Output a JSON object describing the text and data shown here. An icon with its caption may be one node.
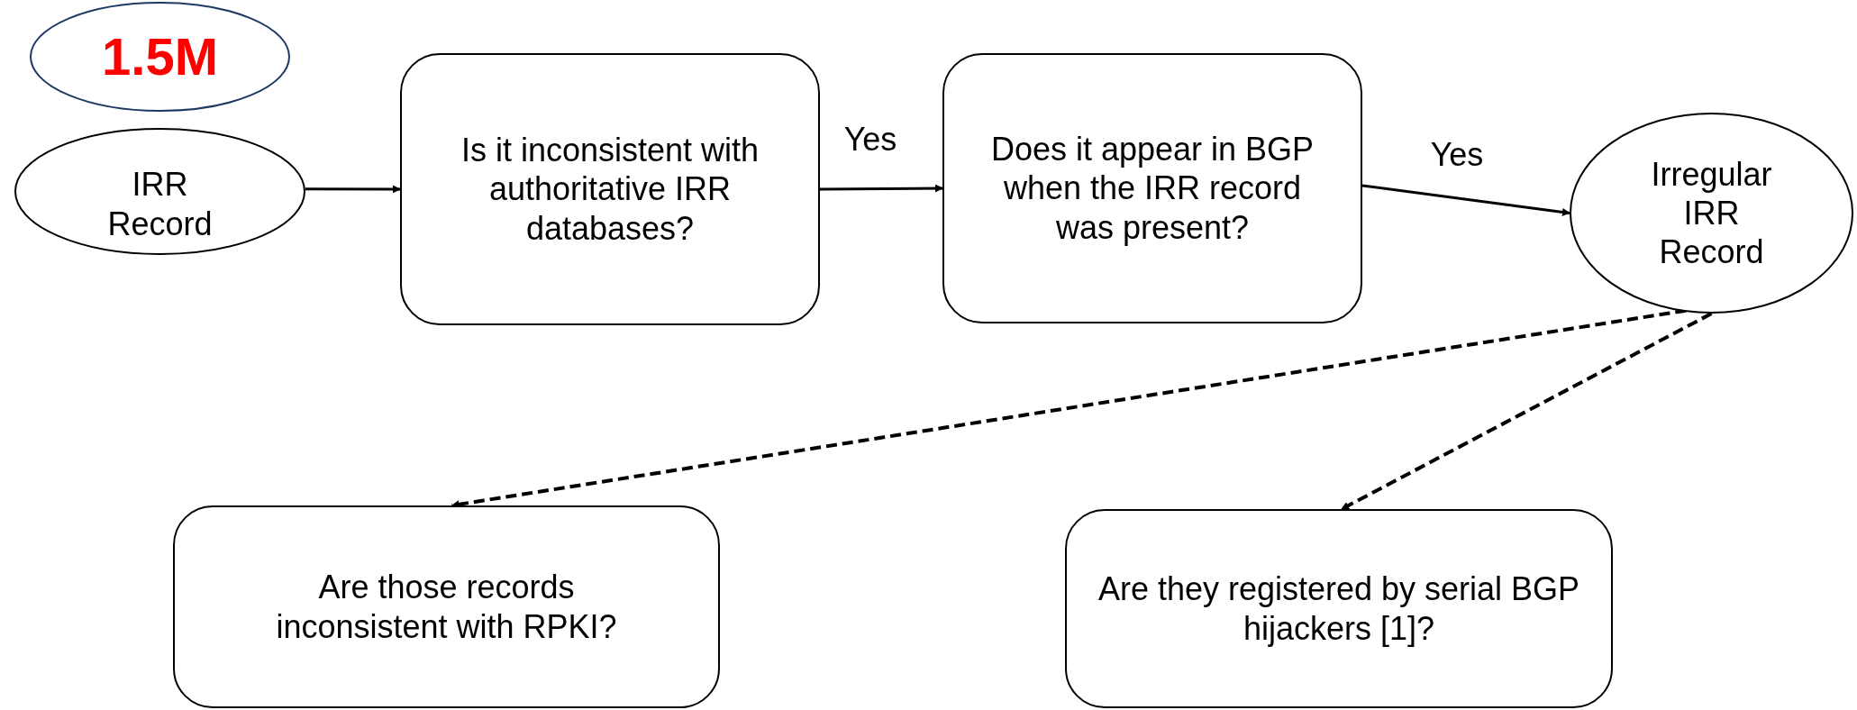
{
  "diagram": {
    "nodes": [
      {
        "text": [
          "1.5M"
        ]
      },
      {
        "text": [
          "IRR Record"
        ]
      },
      {
        "text": [
          "Is it inconsistent with authoritative IRR databases?"
        ]
      },
      {
        "text": [
          "Does it appear in BGP when the IRR record was present?"
        ]
      },
      {
        "text": [
          "Irregular IRR Record"
        ]
      },
      {
        "text": [
          "Are those records inconsistent with RPKI?"
        ]
      },
      {
        "text": [
          "Are they registered by serial BGP hijackers [1]?"
        ]
      }
    ],
    "edges": [
      {
        "from": 1,
        "to": 2,
        "arrow": "to"
      },
      {
        "from": 2,
        "to": 3,
        "arrow": "to",
        "label": "Yes"
      },
      {
        "from": 3,
        "to": 4,
        "arrow": "to",
        "label": "Yes"
      },
      {
        "from": 4,
        "to": 5,
        "arrow": "to",
        "style": "dashed"
      },
      {
        "from": 4,
        "to": 6,
        "arrow": "to",
        "style": "dashed"
      }
    ]
  }
}
